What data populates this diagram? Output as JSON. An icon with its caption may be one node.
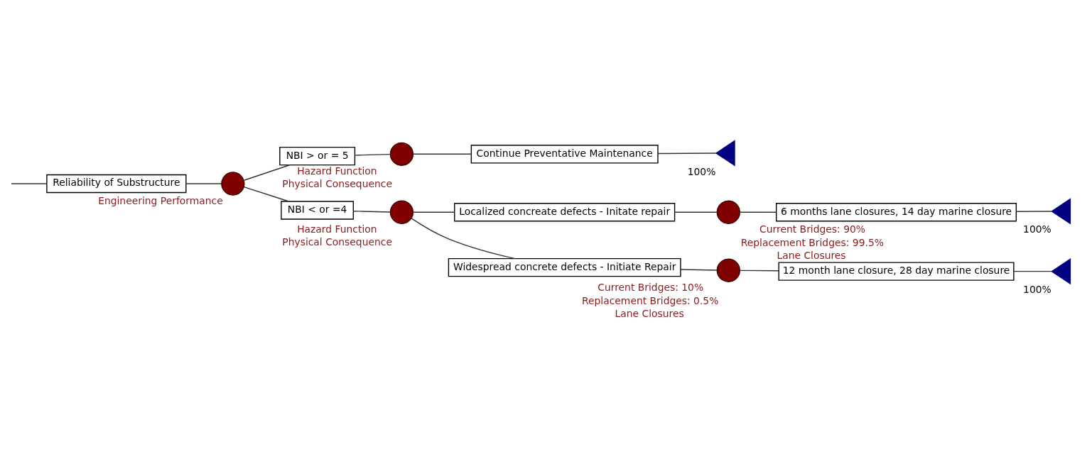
{
  "diagram": {
    "nodes": [
      {
        "text": [
          "Reliability of Substructure"
        ]
      },
      {
        "text": [],
        "shape": "circle",
        "beside": [
          "Engineering Performance"
        ]
      },
      {
        "text": [
          "NBI > or = 5"
        ]
      },
      {
        "text": [],
        "shape": "circle",
        "beside": [
          "Hazard Function",
          "Physical Consequence"
        ]
      },
      {
        "text": [
          "Continue Preventative Maintenance"
        ]
      },
      {
        "text": [],
        "shape": "triangle",
        "beside": [
          "100%"
        ]
      },
      {
        "text": [
          "NBI < or =4"
        ]
      },
      {
        "text": [],
        "shape": "circle",
        "beside": [
          "Hazard Function",
          "Physical Consequence"
        ]
      },
      {
        "text": [
          "Localized concreate defects - Initate repair"
        ]
      },
      {
        "text": [],
        "shape": "circle",
        "beside": [
          "Current Bridges: 90%",
          "Replacement Bridges: 99.5%",
          "Lane Closures"
        ]
      },
      {
        "text": [
          "6 months lane closures, 14 day marine closure"
        ]
      },
      {
        "text": [],
        "shape": "triangle",
        "beside": [
          "100%"
        ]
      },
      {
        "text": [
          "Widespread concrete defects - Initiate Repair"
        ]
      },
      {
        "text": [],
        "shape": "circle",
        "beside": [
          "Current Bridges: 10%",
          "Replacement Bridges: 0.5%",
          "Lane Closures"
        ]
      },
      {
        "text": [
          "12 month lane closure, 28 day marine closure"
        ]
      },
      {
        "text": [],
        "shape": "triangle",
        "beside": [
          "100%"
        ]
      }
    ],
    "edges": [
      {
        "from": null,
        "to": 0,
        "arrow": "none"
      },
      {
        "from": 0,
        "to": 1,
        "arrow": "none"
      },
      {
        "from": 1,
        "to": 2,
        "arrow": "none"
      },
      {
        "from": 2,
        "to": 3,
        "arrow": "none"
      },
      {
        "from": 3,
        "to": 4,
        "arrow": "none"
      },
      {
        "from": 4,
        "to": 5,
        "arrow": "none"
      },
      {
        "from": 1,
        "to": 6,
        "arrow": "none"
      },
      {
        "from": 6,
        "to": 7,
        "arrow": "none"
      },
      {
        "from": 7,
        "to": 8,
        "arrow": "none"
      },
      {
        "from": 8,
        "to": 9,
        "arrow": "none"
      },
      {
        "from": 9,
        "to": 10,
        "arrow": "none"
      },
      {
        "from": 10,
        "to": 11,
        "arrow": "none"
      },
      {
        "from": 7,
        "to": 12,
        "arrow": "none"
      },
      {
        "from": 12,
        "to": 13,
        "arrow": "none"
      },
      {
        "from": 13,
        "to": 14,
        "arrow": "none"
      },
      {
        "from": 14,
        "to": 15,
        "arrow": "none"
      }
    ]
  }
}
